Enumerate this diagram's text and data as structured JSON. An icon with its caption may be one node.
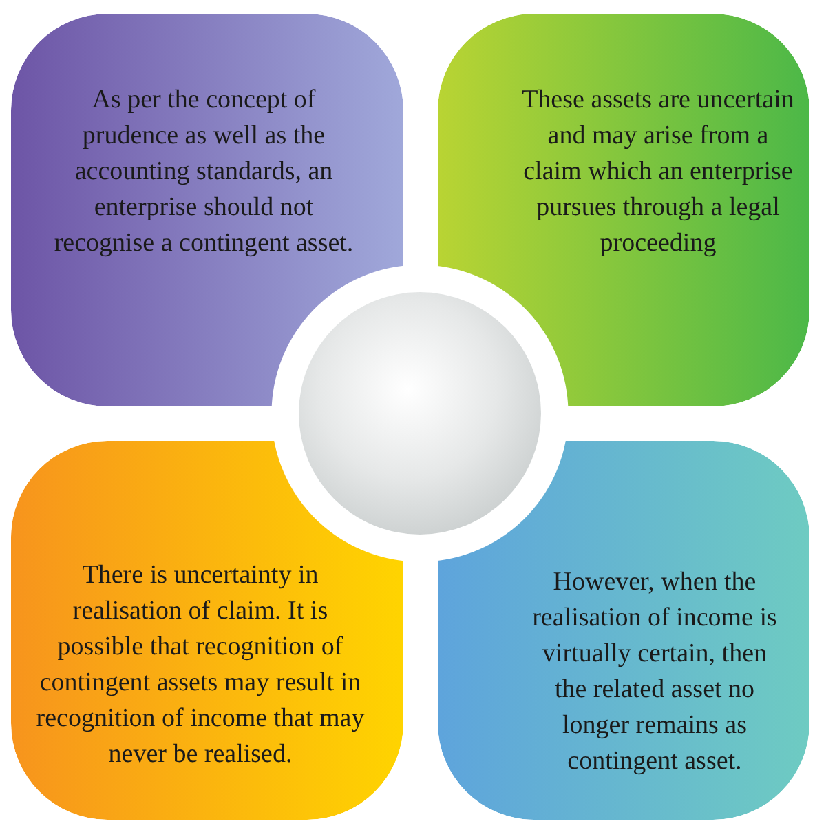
{
  "diagram": {
    "nodes": [
      {
        "text": [
          "As per the concept of prudence as well as the accounting standards, an enterprise should not recognise a contingent asset."
        ]
      },
      {
        "text": [
          "These assets are uncertain and may arise from a claim which an enterprise pursues through a legal proceeding"
        ]
      },
      {
        "text": [
          "There is uncertainty in realisation of claim. It is possible that recognition of contingent assets may result in recognition of income that may never be realised."
        ]
      },
      {
        "text": [
          "However, when the realisation of income is virtually certain, then the related asset no longer remains as contingent asset."
        ]
      },
      {
        "text": [],
        "shape": "circle"
      }
    ]
  }
}
